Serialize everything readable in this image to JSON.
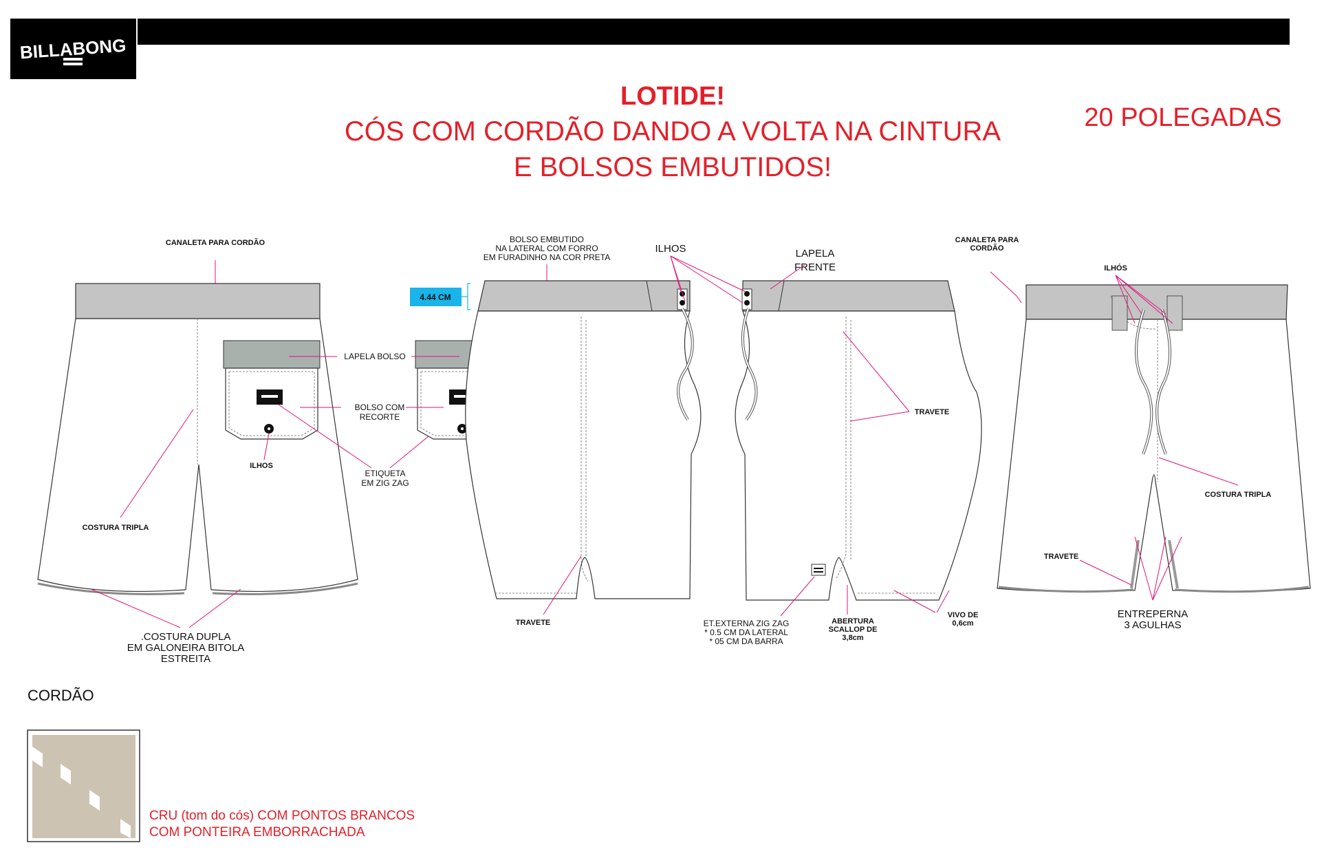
{
  "brand": {
    "logo_text": "BILLABONG"
  },
  "title": {
    "line1": "LOTIDE!",
    "line2": "CÓS COM CORDÃO DANDO A VOLTA NA CINTURA",
    "line3": "E BOLSOS EMBUTIDOS!",
    "size": "20 POLEGADAS"
  },
  "back_view": {
    "canaleta": "CANALETA PARA CORDÃO",
    "lapela_bolso": "LAPELA BOLSO",
    "bolso_l1": "BOLSO COM",
    "bolso_l2": "RECORTE",
    "ilhos": "ILHOS",
    "etiqueta_l1": "ETIQUETA",
    "etiqueta_l2": "EM ZIG ZAG",
    "costura_tripla": "COSTURA TRIPLA",
    "costura_dupla_l1": ".COSTURA DUPLA",
    "costura_dupla_l2": "EM GALONEIRA BITOLA",
    "costura_dupla_l3": "ESTREITA"
  },
  "side_view": {
    "bolso_l1": "BOLSO EMBUTIDO",
    "bolso_l2": "NA LATERAL COM FORRO",
    "bolso_l3": "EM FURADINHO NA COR PRETA",
    "measure": "4.44 CM",
    "ilhos": "ILHOS",
    "lapela_l1": "LAPELA",
    "lapela_l2": "FRENTE",
    "travete_left": "TRAVETE",
    "travete_right": "TRAVETE",
    "etiqueta_l1": "ET.EXTERNA ZIG ZAG",
    "etiqueta_l2": "* 0.5 CM DA LATERAL",
    "etiqueta_l3": "* 05 CM DA BARRA",
    "abertura_l1": "ABERTURA",
    "abertura_l2": "SCALLOP DE",
    "abertura_l3": "3,8cm",
    "vivo_l1": "VIVO DE",
    "vivo_l2": "0,6cm"
  },
  "front_view": {
    "canaleta_l1": "CANALETA PARA",
    "canaleta_l2": "CORDÃO",
    "ilhos": "ILHÓS",
    "costura_tripla": "COSTURA TRIPLA",
    "travete": "TRAVETE",
    "entreperna_l1": "ENTREPERNA",
    "entreperna_l2": "3 AGULHAS"
  },
  "cord": {
    "title": "CORDÃO",
    "desc_l1": "CRU (tom do cós) COM PONTOS BRANCOS",
    "desc_l2": "COM PONTEIRA EMBORRACHADA",
    "swatch_color": "#cdc3b3"
  },
  "colors": {
    "accent_red": "#e3202a",
    "leader_pink": "#e1137a",
    "measure_blue": "#19b4ea",
    "waistband_grey": "#c4c4c4",
    "flap_grey": "#a9b1ad"
  }
}
